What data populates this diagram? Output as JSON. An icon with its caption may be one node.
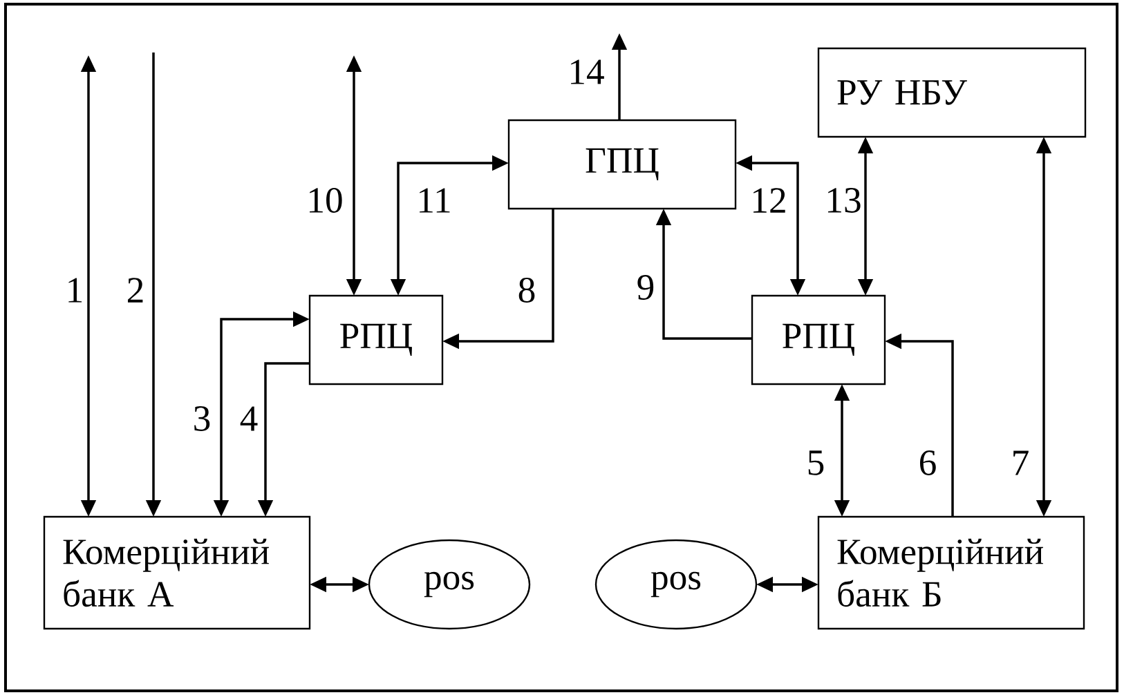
{
  "diagram": {
    "nodes": [
      {
        "text": [
          "ГПЦ"
        ]
      },
      {
        "text": [
          "РУ НБУ"
        ]
      },
      {
        "text": [
          "РПЦ"
        ]
      },
      {
        "text": [
          "РПЦ"
        ]
      },
      {
        "text": [
          "Комерційний банк А"
        ]
      },
      {
        "text": [
          "pos"
        ]
      },
      {
        "text": [
          "pos"
        ]
      },
      {
        "text": [
          "Комерційний банк Б"
        ]
      }
    ],
    "edges": [
      {
        "from": null,
        "to": 4,
        "arrow": "both",
        "label": "1"
      },
      {
        "from": null,
        "to": 4,
        "arrow": "to",
        "label": "2"
      },
      {
        "from": 4,
        "to": 2,
        "arrow": "both",
        "label": "3"
      },
      {
        "from": 2,
        "to": 4,
        "arrow": "to",
        "label": "4"
      },
      {
        "from": 3,
        "to": 7,
        "arrow": "both",
        "label": "5"
      },
      {
        "from": 7,
        "to": 3,
        "arrow": "to",
        "label": "6"
      },
      {
        "from": 1,
        "to": 7,
        "arrow": "both",
        "label": "7"
      },
      {
        "from": 0,
        "to": 2,
        "arrow": "to",
        "label": "8"
      },
      {
        "from": 3,
        "to": 0,
        "arrow": "to",
        "label": "9"
      },
      {
        "from": null,
        "to": 2,
        "arrow": "both",
        "label": "10"
      },
      {
        "from": 2,
        "to": 0,
        "arrow": "both",
        "label": "11"
      },
      {
        "from": 0,
        "to": 3,
        "arrow": "both",
        "label": "12"
      },
      {
        "from": 1,
        "to": 3,
        "arrow": "both",
        "label": "13"
      },
      {
        "from": 0,
        "to": null,
        "arrow": "to",
        "label": "14"
      },
      {
        "from": 4,
        "to": 5,
        "arrow": "both"
      },
      {
        "from": 6,
        "to": 7,
        "arrow": "both"
      }
    ]
  }
}
